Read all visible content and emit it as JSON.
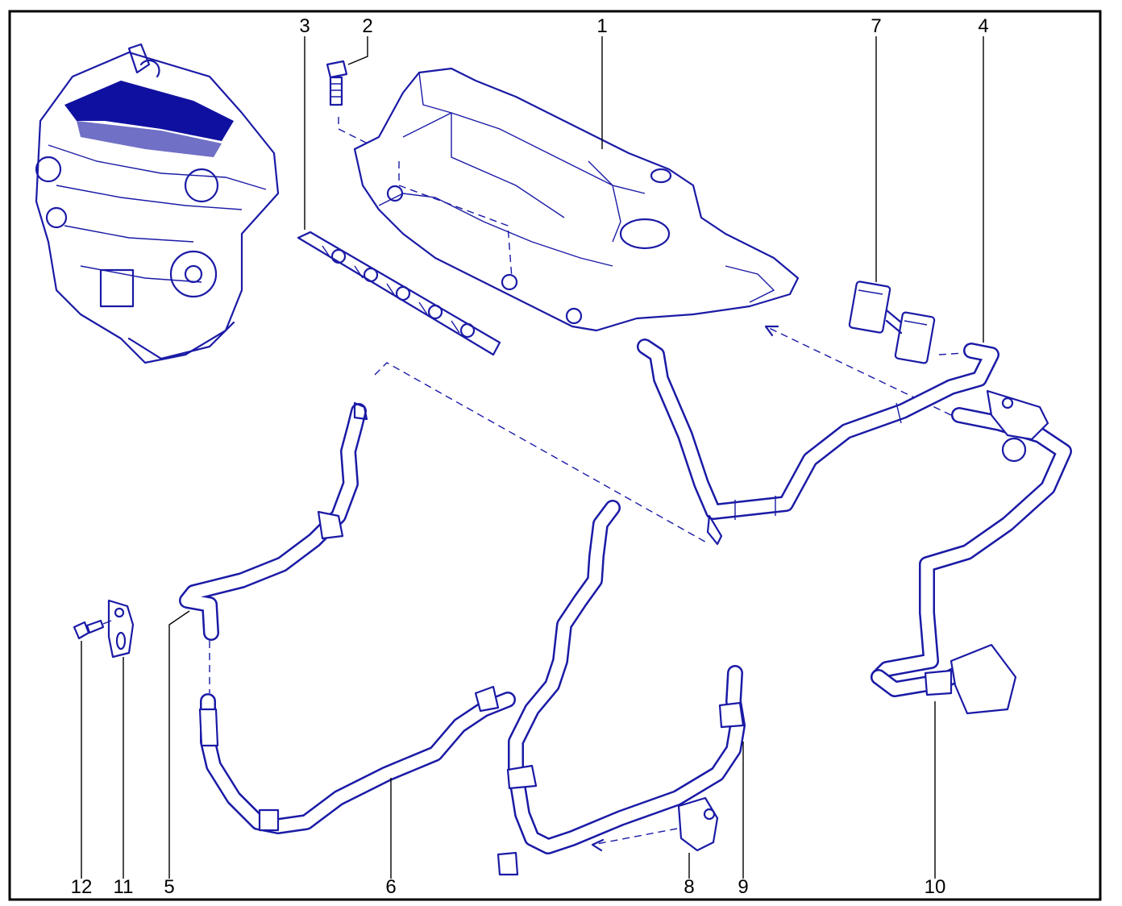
{
  "callouts": [
    {
      "id": "1",
      "label": "1"
    },
    {
      "id": "2",
      "label": "2"
    },
    {
      "id": "3",
      "label": "3"
    },
    {
      "id": "4",
      "label": "4"
    },
    {
      "id": "5",
      "label": "5"
    },
    {
      "id": "6",
      "label": "6"
    },
    {
      "id": "7",
      "label": "7"
    },
    {
      "id": "8",
      "label": "8"
    },
    {
      "id": "9",
      "label": "9"
    },
    {
      "id": "10",
      "label": "10"
    },
    {
      "id": "11",
      "label": "11"
    },
    {
      "id": "12",
      "label": "12"
    }
  ],
  "colors": {
    "line": "#1a1aa6",
    "engine_highlight": "#1010a0",
    "frame": "#000000",
    "background": "#ffffff"
  }
}
